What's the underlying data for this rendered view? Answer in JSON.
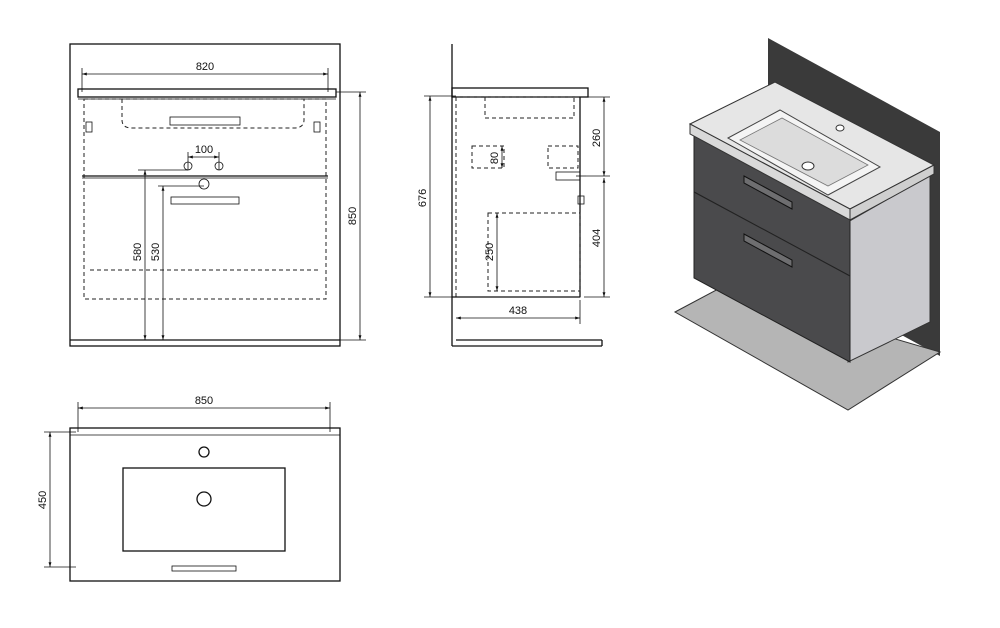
{
  "dimensions": {
    "front_width": "820",
    "front_height": "850",
    "tap_spacing": "100",
    "height_580": "580",
    "height_530": "530",
    "side_height": "676",
    "side_top": "260",
    "side_mid": "80",
    "side_lower": "404",
    "side_inner": "250",
    "side_depth": "438",
    "top_width": "850",
    "top_depth": "450"
  },
  "colors": {
    "cabinet_front": "#4a4a4c",
    "cabinet_side": "#c9c9cd",
    "wall_panel": "#3a3a3a",
    "basin_top": "#e6e6e6",
    "floor_shadow": "#b5b5b5"
  }
}
